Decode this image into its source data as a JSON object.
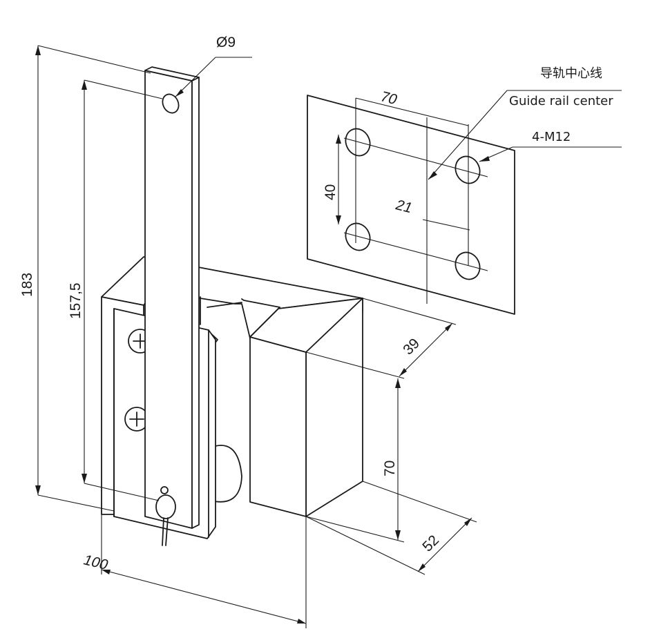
{
  "annotations": {
    "hole_diameter": "Ø9",
    "guide_rail_cn": "导轨中心线",
    "guide_rail_en": "Guide rail center",
    "bolt_spec": "4-M12"
  },
  "dimensions": {
    "total_height": "183",
    "hole_height": "157,5",
    "base_width": "100",
    "depth": "52",
    "block_height": "70",
    "block_offset": "39",
    "plate_hole_spacing_h": "70",
    "plate_hole_spacing_v": "40",
    "plate_offset": "21"
  }
}
